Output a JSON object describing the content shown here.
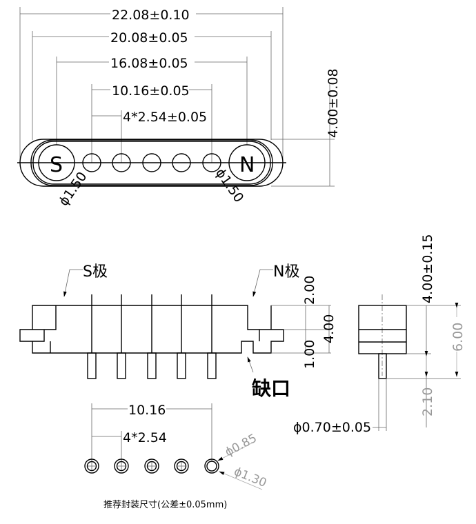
{
  "top_view": {
    "dims": {
      "overall": "22.08±0.10",
      "body": "20.08±0.05",
      "magnet_pitch": "16.08±0.05",
      "pin_span": "10.16±0.05",
      "pin_pitch": "4*2.54±0.05",
      "height": "4.00±0.08",
      "hole_left": "ϕ1.50",
      "hole_right": "ϕ1.50"
    },
    "magnet_s": "S",
    "magnet_n": "N"
  },
  "side_view": {
    "s_pole": "S极",
    "n_pole": "N极",
    "notch": "缺口",
    "dims": {
      "top": "2.00",
      "total": "4.00",
      "bottom": "1.00"
    }
  },
  "end_view": {
    "dims": {
      "height": "4.00±0.15",
      "total": "6.00",
      "pin_length": "2.10",
      "pin_dia": "ϕ0.70±0.05"
    }
  },
  "footprint": {
    "dims": {
      "span": "10.16",
      "pitch": "4*2.54",
      "inner": "ϕ0.85",
      "outer": "ϕ1.30"
    },
    "caption": "推荐封装尺寸(公差±0.05mm)"
  },
  "colors": {
    "line": "#000000",
    "dim_gray": "#999999"
  }
}
